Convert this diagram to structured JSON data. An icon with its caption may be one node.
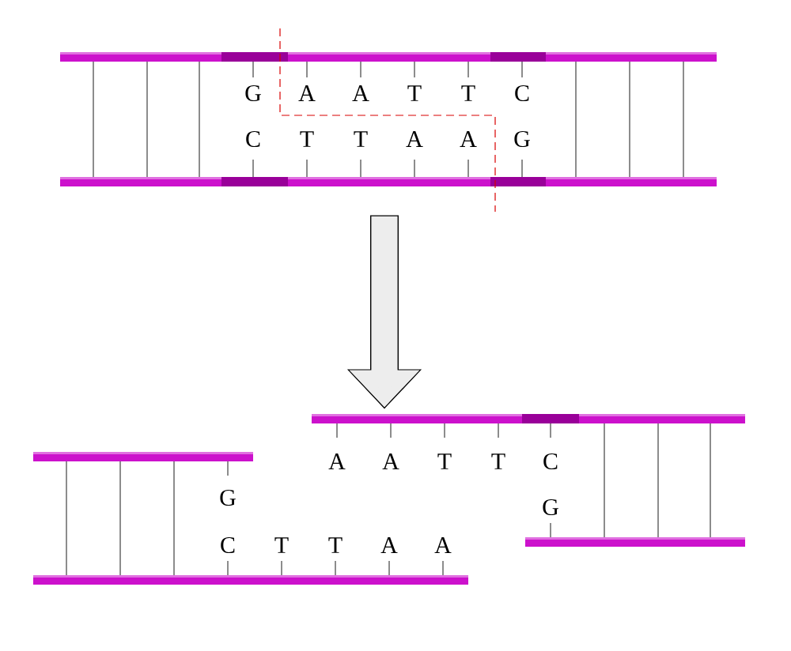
{
  "diagram": {
    "nodes": [
      {
        "text": [],
        "shape": "picture"
      },
      {
        "text": [],
        "shape": "picture"
      }
    ],
    "edges": [
      {
        "from": 0,
        "to": 1,
        "arrow": "to"
      }
    ],
    "labels": [
      "G",
      "A",
      "A",
      "T",
      "T",
      "C",
      "C",
      "T",
      "T",
      "A",
      "A",
      "G",
      "A",
      "A",
      "T",
      "T",
      "C",
      "G",
      "G",
      "C",
      "T",
      "T",
      "A",
      "A"
    ]
  }
}
